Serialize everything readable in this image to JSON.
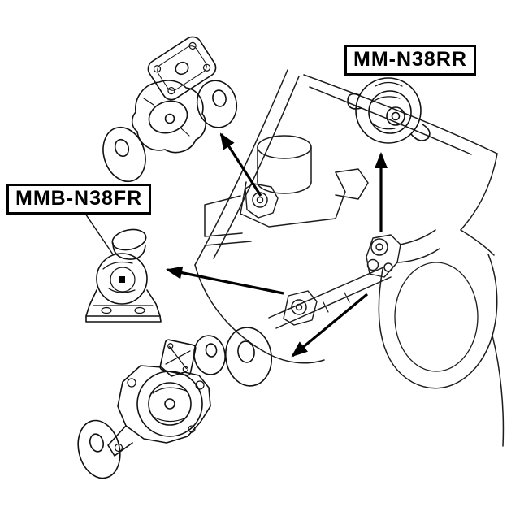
{
  "page": {
    "background_color": "#ffffff",
    "line_color": "#000000"
  },
  "diagram": {
    "kind": "exploded engine-mount parts diagram over vehicle front-section line art",
    "labels": [
      {
        "part_number": "MM-N38RR",
        "position": "top-right"
      },
      {
        "part_number": "MMB-N38FR",
        "position": "middle-left"
      }
    ],
    "arrows": [
      {
        "name": "arrow-to-upper-left-mount-assembly",
        "direction": "up-left"
      },
      {
        "name": "arrow-to-rear-mount",
        "direction": "up"
      },
      {
        "name": "arrow-to-front-mount",
        "direction": "left"
      },
      {
        "name": "arrow-to-lower-mount-assembly",
        "direction": "down-left"
      }
    ]
  }
}
